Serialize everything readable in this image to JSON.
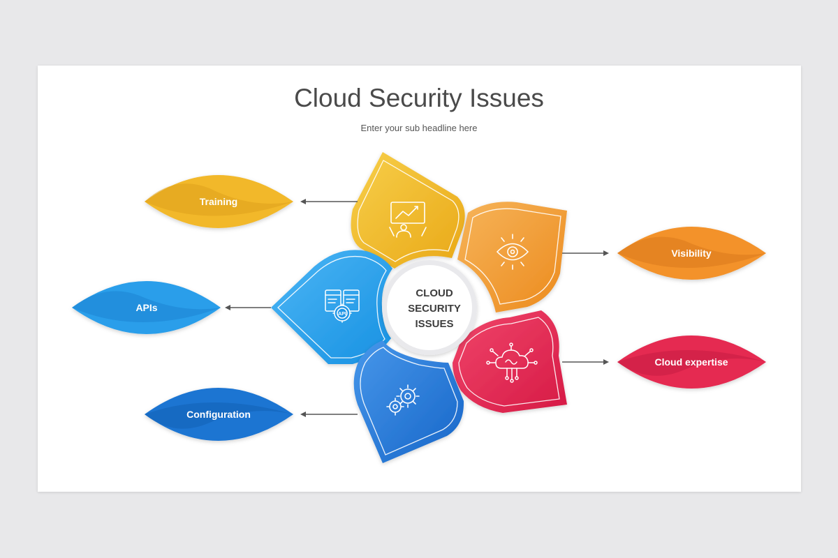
{
  "title": "Cloud Security Issues",
  "subtitle": "Enter your sub headline here",
  "center": {
    "lines": [
      "CLOUD",
      "SECURITY",
      "ISSUES"
    ]
  },
  "items": [
    {
      "label": "Training",
      "icon": "presentation-board-icon",
      "color": "#f0b323",
      "color_dark": "#d99a12"
    },
    {
      "label": "Visibility",
      "icon": "eye-icon",
      "color": "#f4962e",
      "color_dark": "#e07d16"
    },
    {
      "label": "APIs",
      "icon": "api-window-gear-icon",
      "color": "#2b9fea",
      "color_dark": "#1a82d0"
    },
    {
      "label": "Cloud expertise",
      "icon": "cloud-circuit-brain-icon",
      "color": "#e8294f",
      "color_dark": "#c91d40"
    },
    {
      "label": "Configuration",
      "icon": "gears-icon",
      "color": "#1f78d6",
      "color_dark": "#1560b8"
    }
  ],
  "colors": {
    "background": "#e8e8ea",
    "slide": "#ffffff",
    "arrow": "#555555",
    "title": "#4a4a4a"
  }
}
